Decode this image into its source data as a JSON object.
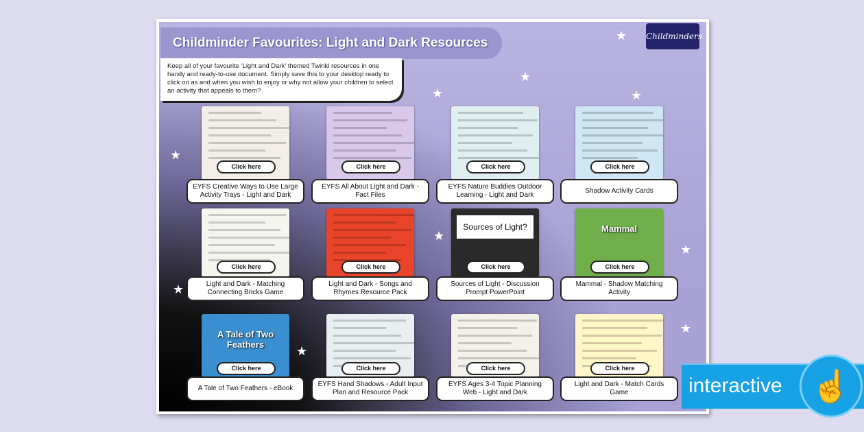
{
  "header": {
    "title": "Childminder Favourites: Light and Dark Resources",
    "logo": "Childminders",
    "description": "Keep all of your favourite 'Light and Dark' themed Twinkl resources in one handy and ready-to-use document. Simply save this to your desktop ready to click on as and when you wish to enjoy or why not allow your children to select an activity that appeals to them?"
  },
  "click_label": "Click here",
  "resources": [
    {
      "label": "EYFS Creative Ways to Use Large Activity Trays - Light and Dark",
      "color": "#f3efe8"
    },
    {
      "label": "EYFS All About Light and Dark - Fact Files",
      "color": "#d9c8ea"
    },
    {
      "label": "EYFS Nature Buddies Outdoor Learning - Light and Dark",
      "color": "#dfeef0"
    },
    {
      "label": "Shadow Activity Cards",
      "color": "#cfe6f5"
    },
    {
      "label": "Light and Dark - Matching Connecting Bricks Game",
      "color": "#f5f5f0"
    },
    {
      "label": "Light and Dark - Songs and Rhymes Resource Pack",
      "color": "#e8452a"
    },
    {
      "label": "Sources of Light - Discussion Prompt PowerPoint",
      "color": "#2a2a2a",
      "screen_text": "Sources of Light?"
    },
    {
      "label": "Mammal - Shadow Matching Activity",
      "color": "#6fae4a",
      "screen_text": "Mammal"
    },
    {
      "label": "A Tale of Two Feathers - eBook",
      "color": "#3a8fd0",
      "screen_text": "A Tale of Two Feathers"
    },
    {
      "label": "EYFS Hand Shadows - Adult Input Plan and Resource Pack",
      "color": "#e8eef2"
    },
    {
      "label": "EYFS Ages 3-4 Topic Planning Web - Light and Dark",
      "color": "#f4f1ea"
    },
    {
      "label": "Light and Dark - Match Cards Game",
      "color": "#fff7c8"
    }
  ],
  "badge": {
    "label": "interactive",
    "icon": "tap-hand-icon"
  }
}
